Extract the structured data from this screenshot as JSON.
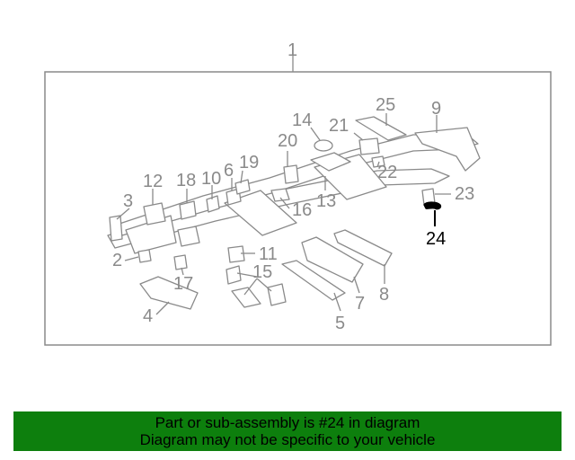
{
  "diagram": {
    "callouts": [
      "1",
      "2",
      "3",
      "4",
      "5",
      "6",
      "7",
      "8",
      "9",
      "10",
      "11",
      "12",
      "13",
      "14",
      "15",
      "16",
      "17",
      "18",
      "19",
      "20",
      "21",
      "22",
      "23",
      "24",
      "25"
    ],
    "highlighted_part": "24",
    "colors": {
      "line": "#8a8a8a",
      "highlight": "#000000",
      "banner": "#0d7f0d"
    }
  },
  "banner": {
    "line1": "Part or sub-assembly is #24 in diagram",
    "line2": "Diagram may not be specific to your vehicle"
  }
}
